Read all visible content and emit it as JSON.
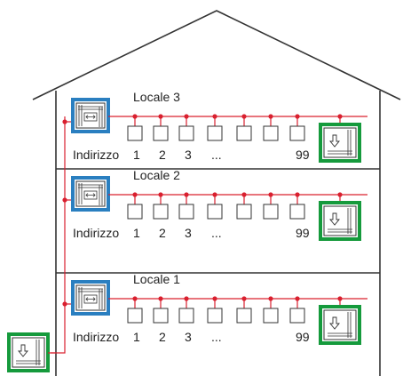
{
  "floors": [
    {
      "room_label": "Locale 3",
      "address_label": "Indirizzo",
      "address_numbers": [
        "1",
        "2",
        "3",
        "...",
        "99"
      ]
    },
    {
      "room_label": "Locale 2",
      "address_label": "Indirizzo",
      "address_numbers": [
        "1",
        "2",
        "3",
        "...",
        "99"
      ]
    },
    {
      "room_label": "Locale 1",
      "address_label": "Indirizzo",
      "address_numbers": [
        "1",
        "2",
        "3",
        "...",
        "99"
      ]
    }
  ],
  "colors": {
    "bus_line": "#d9202f",
    "controller_frame": "#2a7fc0",
    "module_frame": "#159a3c",
    "outline": "#333333"
  },
  "icons": {
    "room_controller": "room-controller-icon",
    "output_module": "output-module-icon",
    "device_slot": "device-slot-icon"
  }
}
